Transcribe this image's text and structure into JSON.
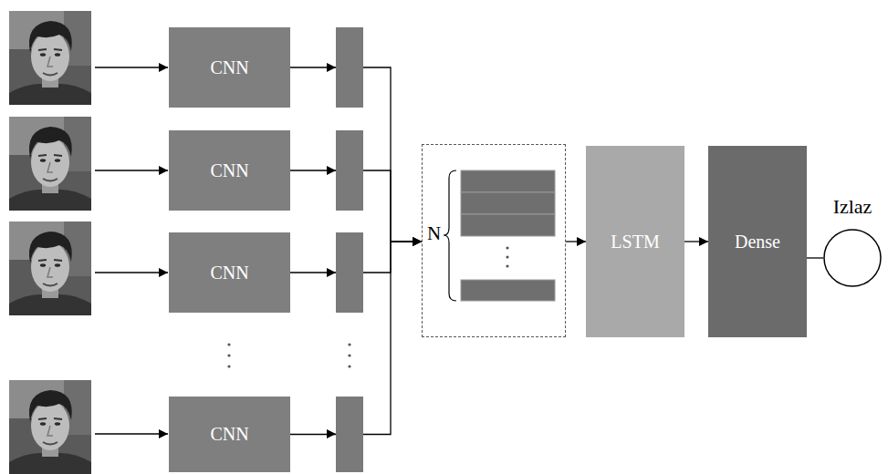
{
  "diagram": {
    "nodes": [
      {
        "text": [
          "CNN"
        ]
      },
      {
        "text": [
          "CNN"
        ]
      },
      {
        "text": [
          "CNN"
        ]
      },
      {
        "text": [
          "CNN"
        ]
      },
      {
        "text": [
          "N"
        ]
      },
      {
        "text": [
          "LSTM"
        ]
      },
      {
        "text": [
          "Dense"
        ]
      },
      {
        "text": [
          "Izlaz"
        ]
      }
    ],
    "edges": [
      {
        "from": 0,
        "to": 4,
        "arrow": "to"
      },
      {
        "from": 1,
        "to": 4,
        "arrow": "to"
      },
      {
        "from": 2,
        "to": 4,
        "arrow": "to"
      },
      {
        "from": 3,
        "to": 4,
        "arrow": "to"
      },
      {
        "from": 4,
        "to": 5,
        "arrow": "to"
      },
      {
        "from": 5,
        "to": 6,
        "arrow": "to"
      },
      {
        "from": 6,
        "to": 7,
        "arrow": "none"
      }
    ]
  }
}
